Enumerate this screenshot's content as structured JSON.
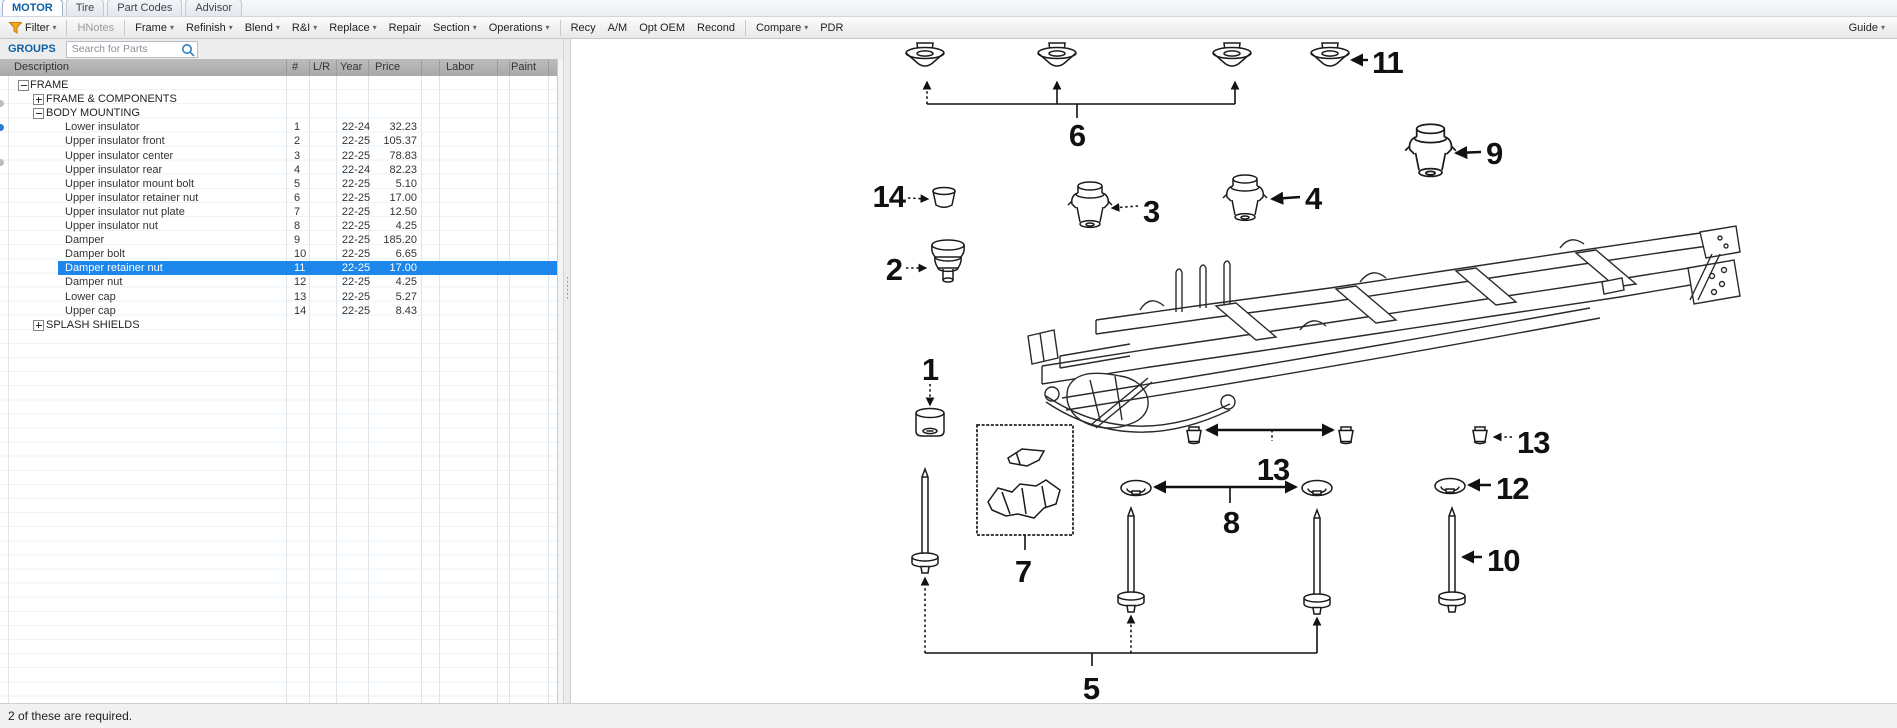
{
  "tabs": [
    {
      "label": "MOTOR",
      "active": true
    },
    {
      "label": "Tire",
      "active": false
    },
    {
      "label": "Part Codes",
      "active": false
    },
    {
      "label": "Advisor",
      "active": false
    }
  ],
  "toolbar": {
    "items": [
      {
        "label": "Filter",
        "caret": true,
        "icon": "funnel"
      },
      {
        "sep": true
      },
      {
        "label": "HNotes",
        "disabled": true
      },
      {
        "sep": true
      },
      {
        "label": "Frame",
        "caret": true
      },
      {
        "label": "Refinish",
        "caret": true
      },
      {
        "label": "Blend",
        "caret": true
      },
      {
        "label": "R&I",
        "caret": true
      },
      {
        "label": "Replace",
        "caret": true
      },
      {
        "label": "Repair"
      },
      {
        "label": "Section",
        "caret": true
      },
      {
        "label": "Operations",
        "caret": true
      },
      {
        "sep": true
      },
      {
        "label": "Recy"
      },
      {
        "label": "A/M"
      },
      {
        "label": "Opt OEM"
      },
      {
        "label": "Recond"
      },
      {
        "sep": true
      },
      {
        "label": "Compare",
        "caret": true
      },
      {
        "label": "PDR"
      }
    ],
    "guide_label": "Guide"
  },
  "groups_bar": {
    "title": "GROUPS",
    "search_placeholder": "Search for Parts"
  },
  "parts_table": {
    "columns": [
      "Description",
      "#",
      "L/R",
      "Year",
      "Price",
      "Labor",
      "Paint"
    ],
    "rows": [
      {
        "label": "FRAME",
        "level": 0,
        "exp": "minus"
      },
      {
        "label": "FRAME & COMPONENTS",
        "level": 1,
        "exp": "plus"
      },
      {
        "label": "BODY MOUNTING",
        "level": 1,
        "exp": "minus"
      },
      {
        "label": "Lower insulator",
        "level": 2,
        "num": "1",
        "year": "22-24",
        "price": "32.23"
      },
      {
        "label": "Upper insulator front",
        "level": 2,
        "num": "2",
        "year": "22-25",
        "price": "105.37"
      },
      {
        "label": "Upper insulator center",
        "level": 2,
        "num": "3",
        "year": "22-25",
        "price": "78.83"
      },
      {
        "label": "Upper insulator rear",
        "level": 2,
        "num": "4",
        "year": "22-24",
        "price": "82.23"
      },
      {
        "label": "Upper insulator mount bolt",
        "level": 2,
        "num": "5",
        "year": "22-25",
        "price": "5.10"
      },
      {
        "label": "Upper insulator retainer nut",
        "level": 2,
        "num": "6",
        "year": "22-25",
        "price": "17.00"
      },
      {
        "label": "Upper insulator nut plate",
        "level": 2,
        "num": "7",
        "year": "22-25",
        "price": "12.50"
      },
      {
        "label": "Upper insulator nut",
        "level": 2,
        "num": "8",
        "year": "22-25",
        "price": "4.25"
      },
      {
        "label": "Damper",
        "level": 2,
        "num": "9",
        "year": "22-25",
        "price": "185.20"
      },
      {
        "label": "Damper bolt",
        "level": 2,
        "num": "10",
        "year": "22-25",
        "price": "6.65"
      },
      {
        "label": "Damper retainer nut",
        "level": 2,
        "num": "11",
        "year": "22-25",
        "price": "17.00",
        "sel": true
      },
      {
        "label": "Damper nut",
        "level": 2,
        "num": "12",
        "year": "22-25",
        "price": "4.25"
      },
      {
        "label": "Lower cap",
        "level": 2,
        "num": "13",
        "year": "22-25",
        "price": "5.27"
      },
      {
        "label": "Upper cap",
        "level": 2,
        "num": "14",
        "year": "22-25",
        "price": "8.43"
      },
      {
        "label": "SPLASH SHIELDS",
        "level": 1,
        "exp": "plus"
      }
    ]
  },
  "diagram": {
    "callouts": {
      "c1": "1",
      "c2": "2",
      "c3": "3",
      "c4": "4",
      "c5": "5",
      "c6": "6",
      "c7": "7",
      "c8": "8",
      "c9": "9",
      "c10": "10",
      "c11": "11",
      "c12": "12",
      "c13": "13",
      "c14": "14"
    }
  },
  "status_bar": {
    "text": "2 of these are required."
  }
}
